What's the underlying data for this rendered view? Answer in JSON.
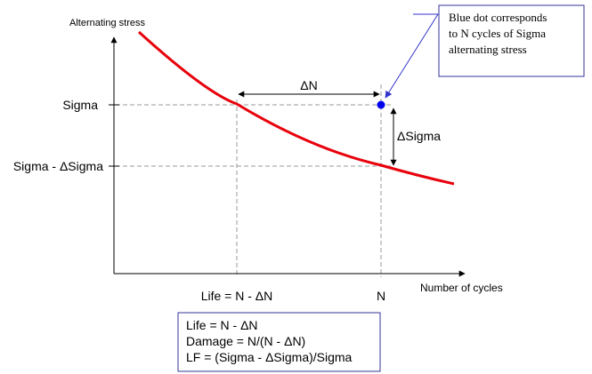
{
  "axes": {
    "y_label": "Alternating stress",
    "x_label": "Number of cycles"
  },
  "y_ticks": {
    "sigma": "Sigma",
    "sigma_minus": "Sigma - ΔSigma"
  },
  "x_ticks": {
    "life": "Life = N - ΔN",
    "n": "N"
  },
  "dimensions": {
    "delta_n": "ΔN",
    "delta_sigma": "ΔSigma"
  },
  "callout": {
    "lines": [
      "Blue dot corresponds",
      "to N cycles of Sigma",
      "alternating stress"
    ]
  },
  "formula_box": {
    "lines": [
      "Life = N - ΔN",
      "Damage = N/(N - ΔN)",
      "LF = (Sigma - ΔSigma)/Sigma"
    ]
  },
  "colors": {
    "curve": "#e8000b",
    "dot": "#0000ee",
    "box_border": "#333399",
    "callout_leader": "#3333cc",
    "guide": "#999999",
    "axis": "#000000"
  }
}
